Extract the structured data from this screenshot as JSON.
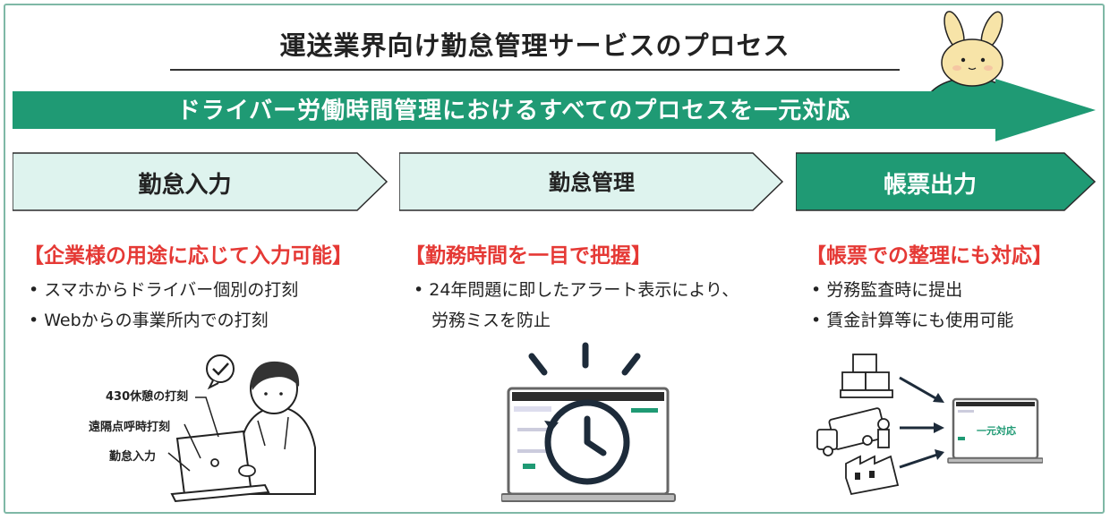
{
  "title": "運送業界向け勤怠管理サービスのプロセス",
  "banner": "ドライバー労働時間管理におけるすべてのプロセスを一元対応",
  "colors": {
    "accent": "#1f9a74",
    "accent_dark": "#168563",
    "chevron_light": "#def3ee",
    "highlight": "#e53935",
    "border": "#7fb8a6"
  },
  "steps": [
    {
      "label": "勤怠入力",
      "heading": "【企業様の用途に応じて入力可能】",
      "bullets": [
        "• スマホからドライバー個別の打刻",
        "• Webからの事業所内での打刻"
      ],
      "illustration": {
        "icon": "worker-laptop-icon",
        "labels": [
          "430休憩の打刻",
          "遠隔点呼時打刻",
          "勤怠入力"
        ]
      }
    },
    {
      "label": "勤怠管理",
      "heading": "【勤務時間を一目で把握】",
      "bullets": [
        "• 24年問題に即したアラート表示により、",
        "労務ミスを防止"
      ],
      "illustration": {
        "icon": "laptop-clock-icon"
      }
    },
    {
      "label": "帳票出力",
      "heading": "【帳票での整理にも対応】",
      "bullets": [
        "• 労務監査時に提出",
        "• 賃金計算等にも使用可能"
      ],
      "illustration": {
        "icon": "data-to-laptop-icon",
        "screen_text": "一元対応"
      }
    }
  ]
}
